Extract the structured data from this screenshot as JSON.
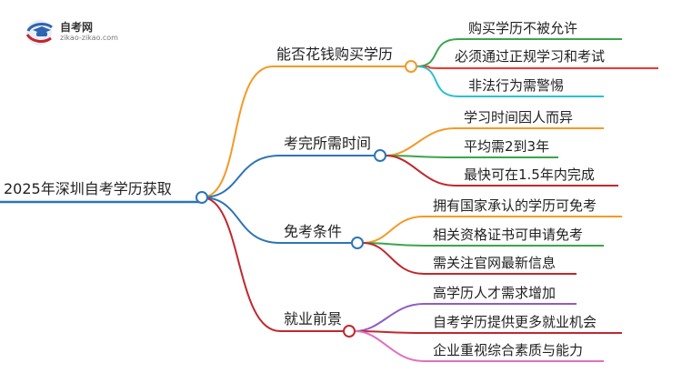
{
  "logo": {
    "title": "自考网",
    "subtitle": "zikao-zikao.com"
  },
  "root": {
    "label": "2025年深圳自考学历获取"
  },
  "branches": [
    {
      "label": "能否花钱购买学历",
      "color": "#f39a26",
      "children": [
        {
          "label": "购买学历不被允许",
          "color": "#3aa64a"
        },
        {
          "label": "必须通过正规学习和考试",
          "color": "#e83a2f"
        },
        {
          "label": "非法行为需警惕",
          "color": "#2fbfcf"
        }
      ]
    },
    {
      "label": "考完所需时间",
      "color": "#2e74b5",
      "children": [
        {
          "label": "学习时间因人而异",
          "color": "#f39a26"
        },
        {
          "label": "平均需2到3年",
          "color": "#3aa64a"
        },
        {
          "label": "最快可在1.5年内完成",
          "color": "#c0282d"
        }
      ]
    },
    {
      "label": "免考条件",
      "color": "#2e74b5",
      "children": [
        {
          "label": "拥有国家承认的学历可免考",
          "color": "#f39a26"
        },
        {
          "label": "相关资格证书可申请免考",
          "color": "#3aa64a"
        },
        {
          "label": "需关注官网最新信息",
          "color": "#c0282d"
        }
      ]
    },
    {
      "label": "就业前景",
      "color": "#c0282d",
      "children": [
        {
          "label": "高学历人才需求增加",
          "color": "#8e5cc7"
        },
        {
          "label": "自考学历提供更多就业机会",
          "color": "#c0282d"
        },
        {
          "label": "企业重视综合素质与能力",
          "color": "#e070c0"
        }
      ]
    }
  ]
}
